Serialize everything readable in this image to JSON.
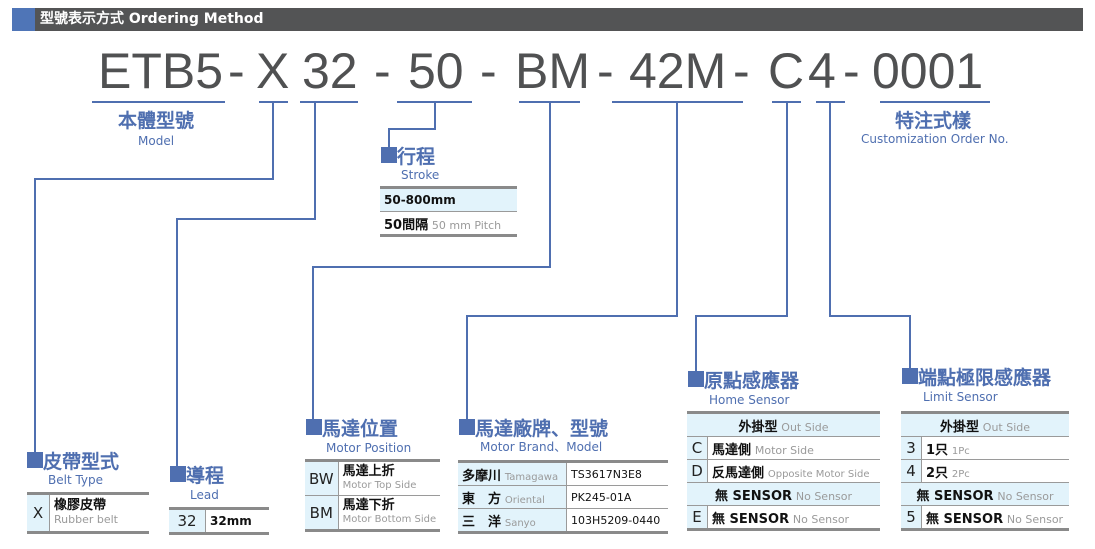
{
  "header": {
    "title": "型號表示方式 Ordering Method"
  },
  "code": [
    "ETB5",
    "-",
    "X",
    "32",
    "-",
    "50",
    "-",
    "BM",
    "-",
    "42M",
    "-",
    "C",
    "4",
    "-",
    "0001"
  ],
  "colors": {
    "accent": "#4f6fb0",
    "header_bg": "#535455",
    "cell_bg": "#e2f3fb",
    "code_text": "#505152"
  },
  "model": {
    "title": "本體型號",
    "subtitle": "Model"
  },
  "customization": {
    "title": "特注式樣",
    "subtitle": "Customization Order No."
  },
  "stroke": {
    "title": "行程",
    "subtitle": "Stroke",
    "rows": [
      {
        "value": "50-800mm"
      },
      {
        "value": "50間隔",
        "en": "50 mm Pitch"
      }
    ]
  },
  "belt_type": {
    "title": "皮帶型式",
    "subtitle": "Belt Type",
    "rows": [
      {
        "code": "X",
        "zh": "橡膠皮帶",
        "en": "Rubber belt"
      }
    ]
  },
  "lead": {
    "title": "導程",
    "subtitle": "Lead",
    "rows": [
      {
        "code": "32",
        "value": "32mm"
      }
    ]
  },
  "motor_position": {
    "title": "馬達位置",
    "subtitle": "Motor Position",
    "rows": [
      {
        "code": "BW",
        "zh": "馬達上折",
        "en": "Motor Top Side"
      },
      {
        "code": "BM",
        "zh": "馬達下折",
        "en": "Motor Bottom Side"
      }
    ]
  },
  "motor_brand": {
    "title": "馬達廠牌、型號",
    "subtitle": "Motor Brand、Model",
    "rows": [
      {
        "zh": "多摩川",
        "en": "Tamagawa",
        "model": "TS3617N3E8"
      },
      {
        "zh": "東　方",
        "en": "Oriental",
        "model": "PK245-01A"
      },
      {
        "zh": "三　洋",
        "en": "Sanyo",
        "model": "103H5209-0440"
      }
    ]
  },
  "home_sensor": {
    "title": "原點感應器",
    "subtitle": "Home Sensor",
    "group1": {
      "zh": "外掛型",
      "en": "Out Side"
    },
    "rows1": [
      {
        "code": "C",
        "zh": "馬達側",
        "en": "Motor Side"
      },
      {
        "code": "D",
        "zh": "反馬達側",
        "en": "Opposite Motor Side"
      }
    ],
    "group2": {
      "zh": "無 SENSOR",
      "en": "No Sensor"
    },
    "rows2": [
      {
        "code": "E",
        "zh": "無 SENSOR",
        "en": "No Sensor"
      }
    ]
  },
  "limit_sensor": {
    "title": "端點極限感應器",
    "subtitle": "Limit Sensor",
    "group1": {
      "zh": "外掛型",
      "en": "Out Side"
    },
    "rows1": [
      {
        "code": "3",
        "zh": "1只",
        "en": "1Pc"
      },
      {
        "code": "4",
        "zh": "2只",
        "en": "2Pc"
      }
    ],
    "group2": {
      "zh": "無 SENSOR",
      "en": "No Sensor"
    },
    "rows2": [
      {
        "code": "5",
        "zh": "無 SENSOR",
        "en": "No Sensor"
      }
    ]
  }
}
